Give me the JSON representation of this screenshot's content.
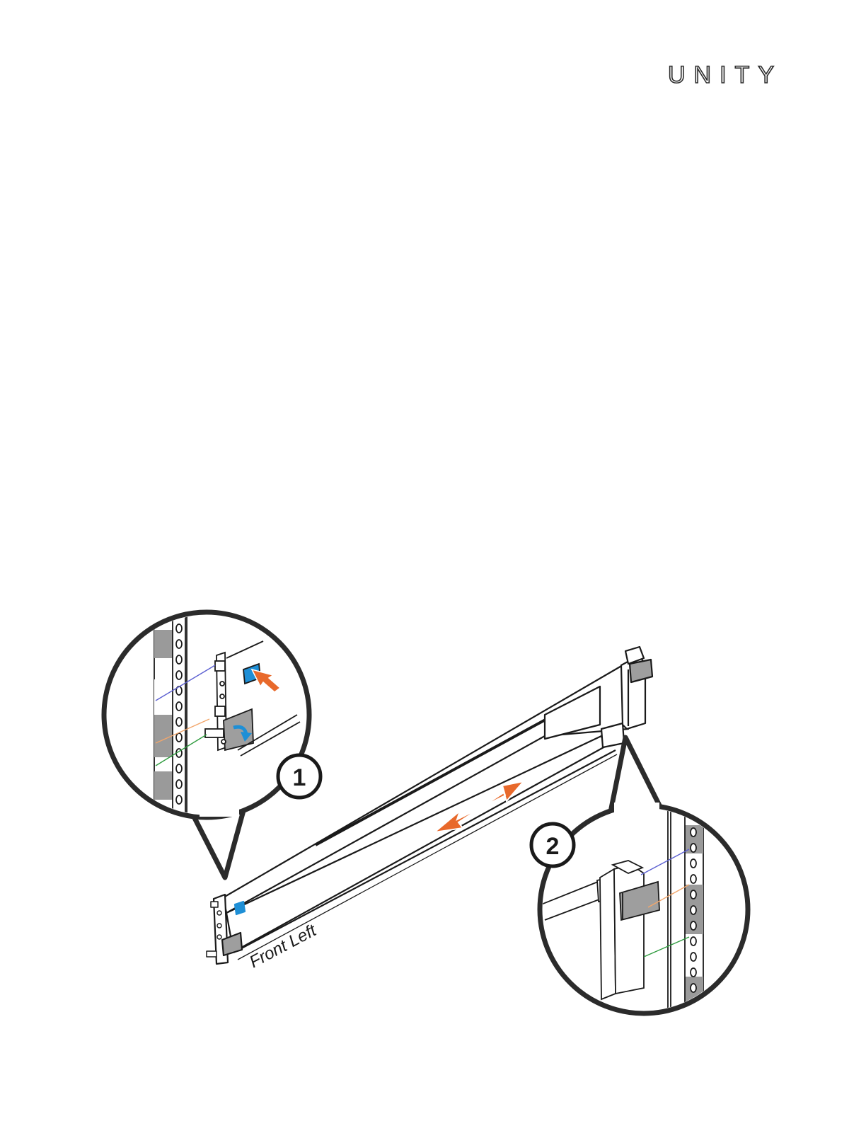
{
  "brand": {
    "logo_text": "UNITY"
  },
  "diagram": {
    "rail_label": "Front Left",
    "callouts": [
      {
        "number": "1"
      },
      {
        "number": "2"
      }
    ]
  },
  "colors": {
    "accent_orange": "#e8692b",
    "accent_blue": "#1e8fd6",
    "line": "#1a1a1a",
    "rack_gray": "#9a9a9a",
    "tab_gray": "#9e9e9e",
    "guide_blue": "#5b5fd1",
    "guide_orange": "#f2a66b",
    "guide_green": "#2e9b3e"
  },
  "icons": [
    "rail-icon",
    "callout-magnifier-icon",
    "slide-arrow-icon",
    "push-arrow-icon",
    "rotate-arrow-icon"
  ]
}
